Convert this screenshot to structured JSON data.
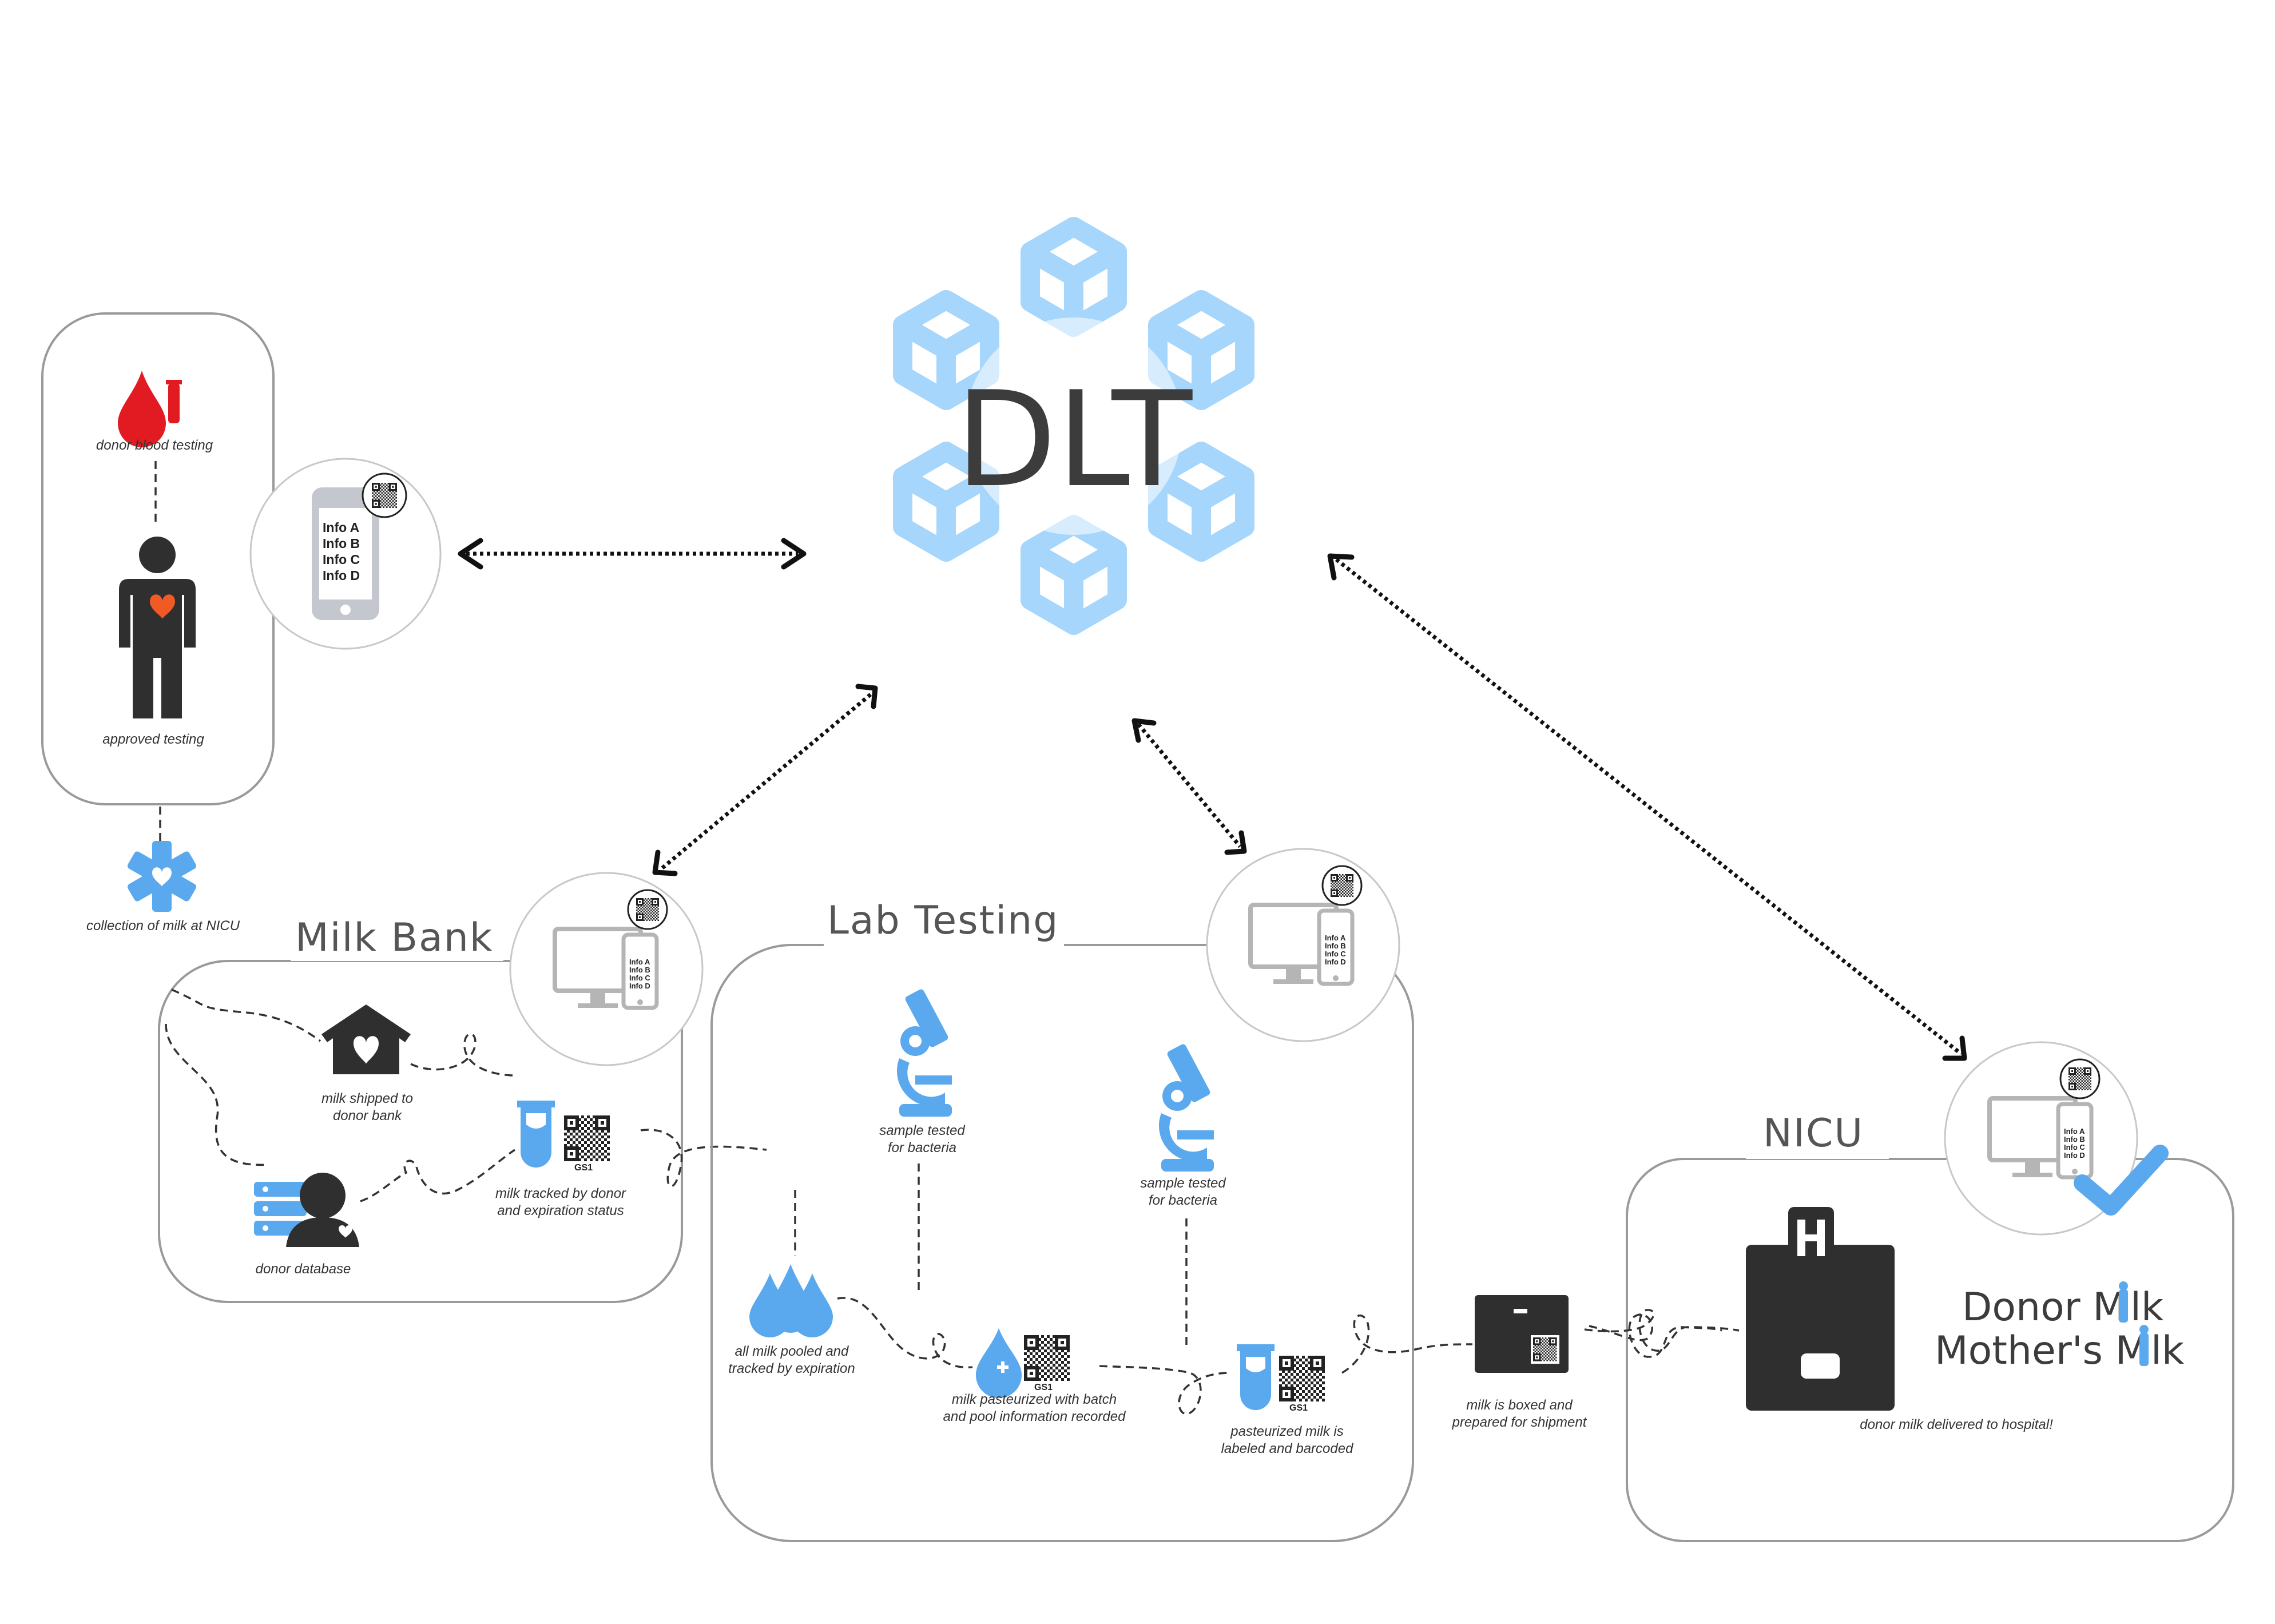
{
  "center": {
    "title": "DLT"
  },
  "sections": {
    "milk_bank": "Milk Bank",
    "lab_testing": "Lab Testing",
    "nicu": "NICU"
  },
  "phone_info": [
    "Info A",
    "Info B",
    "Info C",
    "Info D"
  ],
  "qr_code_label": "GS1",
  "labels": {
    "donor_blood_testing": "donor blood testing",
    "approved_testing": "approved testing",
    "collection_nicu": "collection of milk at NICU",
    "shipped_1": "milk shipped to",
    "shipped_2": "donor bank",
    "tracked_1": "milk tracked by donor",
    "tracked_2": "and expiration status",
    "donor_database": "donor database",
    "pooled_1": "all milk pooled and",
    "pooled_2": "tracked by expiration",
    "bacteria_a_1": "sample tested",
    "bacteria_a_2": "for bacteria",
    "bacteria_b_1": "sample tested",
    "bacteria_b_2": "for bacteria",
    "pasteurized_1": "milk pasteurized with batch",
    "pasteurized_2": "and pool information recorded",
    "labeled_1": "pasteurized milk is",
    "labeled_2": "labeled and barcoded",
    "boxed_1": "milk is boxed and",
    "boxed_2": "prepared for shipment",
    "delivered": "donor milk delivered to hospital!"
  },
  "brand": {
    "line1_a": "Donor M",
    "line1_b": "lk",
    "line2_a": "Mother's M",
    "line2_b": "lk"
  },
  "colors": {
    "accent_blue": "#5aa8ee",
    "light_blue": "#a6d6fb",
    "blood_red": "#e21b23",
    "heart_orange": "#f15a24",
    "dark": "#333333"
  },
  "icons": [
    "blood-drop-icon",
    "test-tube-icon",
    "person-icon",
    "heart-icon",
    "medical-star-icon",
    "house-heart-icon",
    "database-user-icon",
    "milk-tube-icon",
    "qr-code-icon",
    "microscope-icon",
    "milk-drops-icon",
    "box-icon",
    "hospital-bag-icon",
    "checkmark-icon",
    "smartphone-icon",
    "computer-monitor-icon"
  ]
}
